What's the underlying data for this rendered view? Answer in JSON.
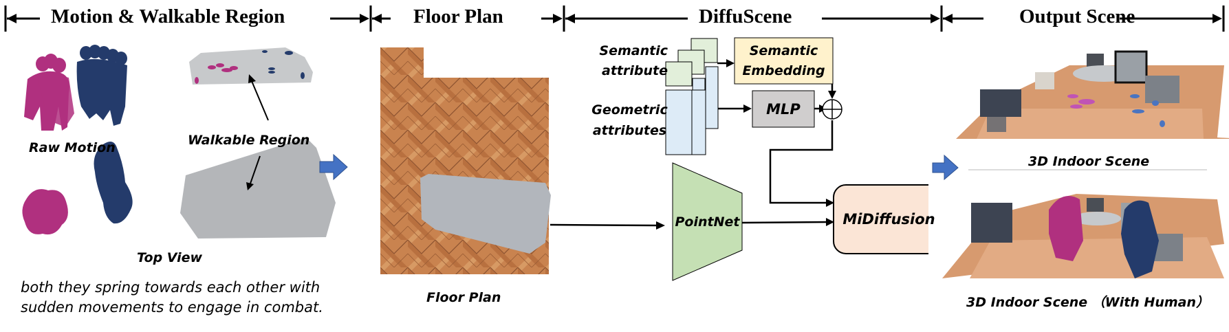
{
  "header": {
    "sections": [
      {
        "title": "Motion & Walkable Region"
      },
      {
        "title": "Floor Plan"
      },
      {
        "title": "DiffuScene"
      },
      {
        "title": "Output Scene"
      }
    ]
  },
  "motion_section": {
    "raw_motion_label": "Raw Motion",
    "top_view_label": "Top View",
    "walkable_region_label": "Walkable Region",
    "caption_line1": "both they spring towards each other with",
    "caption_line2": "sudden movements to engage in combat.",
    "colors": {
      "person_a": "#b0307f",
      "person_b": "#243b6b",
      "region": "#b4b6b9"
    }
  },
  "floor_plan_section": {
    "label": "Floor Plan",
    "colors": {
      "wood": "#c9834f",
      "wood_dark": "#a9643a",
      "region": "#b2b6bc"
    }
  },
  "diffuscene_section": {
    "semantic_attribute_label_line1": "Semantic",
    "semantic_attribute_label_line2": "attribute",
    "geometric_attributes_label_line1": "Geometric",
    "geometric_attributes_label_line2": "attributes",
    "semantic_embedding_line1": "Semantic",
    "semantic_embedding_line2": "Embedding",
    "mlp_label": "MLP",
    "pointnet_label": "PointNet",
    "midiffusion_label": "MiDiffusion",
    "colors": {
      "semantic_card": "#e2efda",
      "geometric_card": "#ddebf7",
      "semantic_embedding": "#fff2cc",
      "mlp": "#d0cece",
      "pointnet": "#c5e0b4",
      "midiffusion": "#fbe5d6"
    }
  },
  "output_section": {
    "scene_label": "3D Indoor Scene",
    "scene_with_human_label": "3D Indoor Scene （With Human）",
    "arrow_color": "#4472c4"
  }
}
